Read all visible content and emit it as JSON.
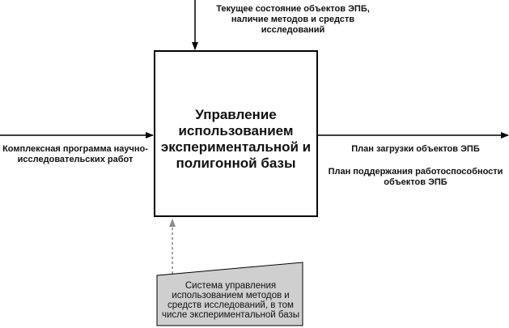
{
  "box": {
    "title": "Управление использованием экспериментальной и полигонной базы"
  },
  "control": {
    "label": "Текущее состояние объектов ЭПБ, наличие методов и средств исследований"
  },
  "input": {
    "label": "Комплексная программа научно-исследовательских работ"
  },
  "outputs": [
    {
      "label": "План загрузки объектов ЭПБ"
    },
    {
      "label": "План поддержания работоспособности объектов ЭПБ"
    }
  ],
  "mechanism": {
    "label": "Система управления использованием методов и средств исследований, в том числе экспериментальной базы"
  },
  "colors": {
    "stroke": "#000000",
    "mechanism_fill": "#cfcfcf",
    "dashed_arrow": "#8a8a8a"
  }
}
